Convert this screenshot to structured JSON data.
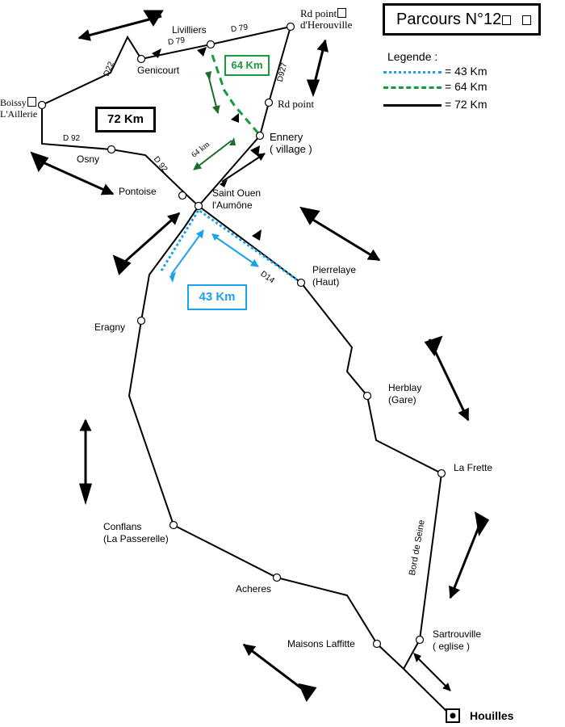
{
  "title": "Parcours N°12",
  "legend": {
    "title": "Legende :",
    "items": [
      {
        "label": "= 43 Km",
        "color": "#1aa3e8",
        "style": "dotted"
      },
      {
        "label": "= 64 Km",
        "color": "#1a9a3a",
        "style": "dashed"
      },
      {
        "label": "= 72 Km",
        "color": "#000000",
        "style": "solid"
      }
    ]
  },
  "distance_boxes": {
    "km72": "72 Km",
    "km64": "64 Km",
    "km43": "43 Km"
  },
  "places": {
    "livilliers": "Livilliers",
    "rd_point_herouville_1": "Rd point",
    "rd_point_herouville_2": "d'Herouville",
    "genicourt": "Genicourt",
    "boissy_1": "Boissy",
    "boissy_2": "L'Aillerie",
    "rd_point": "Rd point",
    "ennery_1": "Ennery",
    "ennery_2": "( village )",
    "osny": "Osny",
    "pontoise": "Pontoise",
    "saint_ouen_1": "Saint Ouen",
    "saint_ouen_2": "l'Aumône",
    "pierrelaye_1": "Pierrelaye",
    "pierrelaye_2": "(Haut)",
    "eragny": "Eragny",
    "herblay_1": "Herblay",
    "herblay_2": "(Gare)",
    "la_frette": "La Frette",
    "conflans_1": "Conflans",
    "conflans_2": "(La Passerelle)",
    "acheres": "Acheres",
    "sartrouville_1": "Sartrouville",
    "sartrouville_2": "( eglise )",
    "maisons_laffitte": "Maisons Laffitte",
    "houilles": "Houilles"
  },
  "roads": {
    "d79_a": "D 79",
    "d79_b": "D 79",
    "d22": "D22",
    "d927": "D927",
    "d92_a": "D 92",
    "d92_b": "D 92",
    "d14": "D14",
    "km64_note": "64 km",
    "bord_de_seine": "Bord de Seine"
  },
  "colors": {
    "route_43": "#1aa3e8",
    "route_64": "#1a9a3a",
    "route_72": "#000000",
    "arrow_64": "#1e6b2e"
  }
}
